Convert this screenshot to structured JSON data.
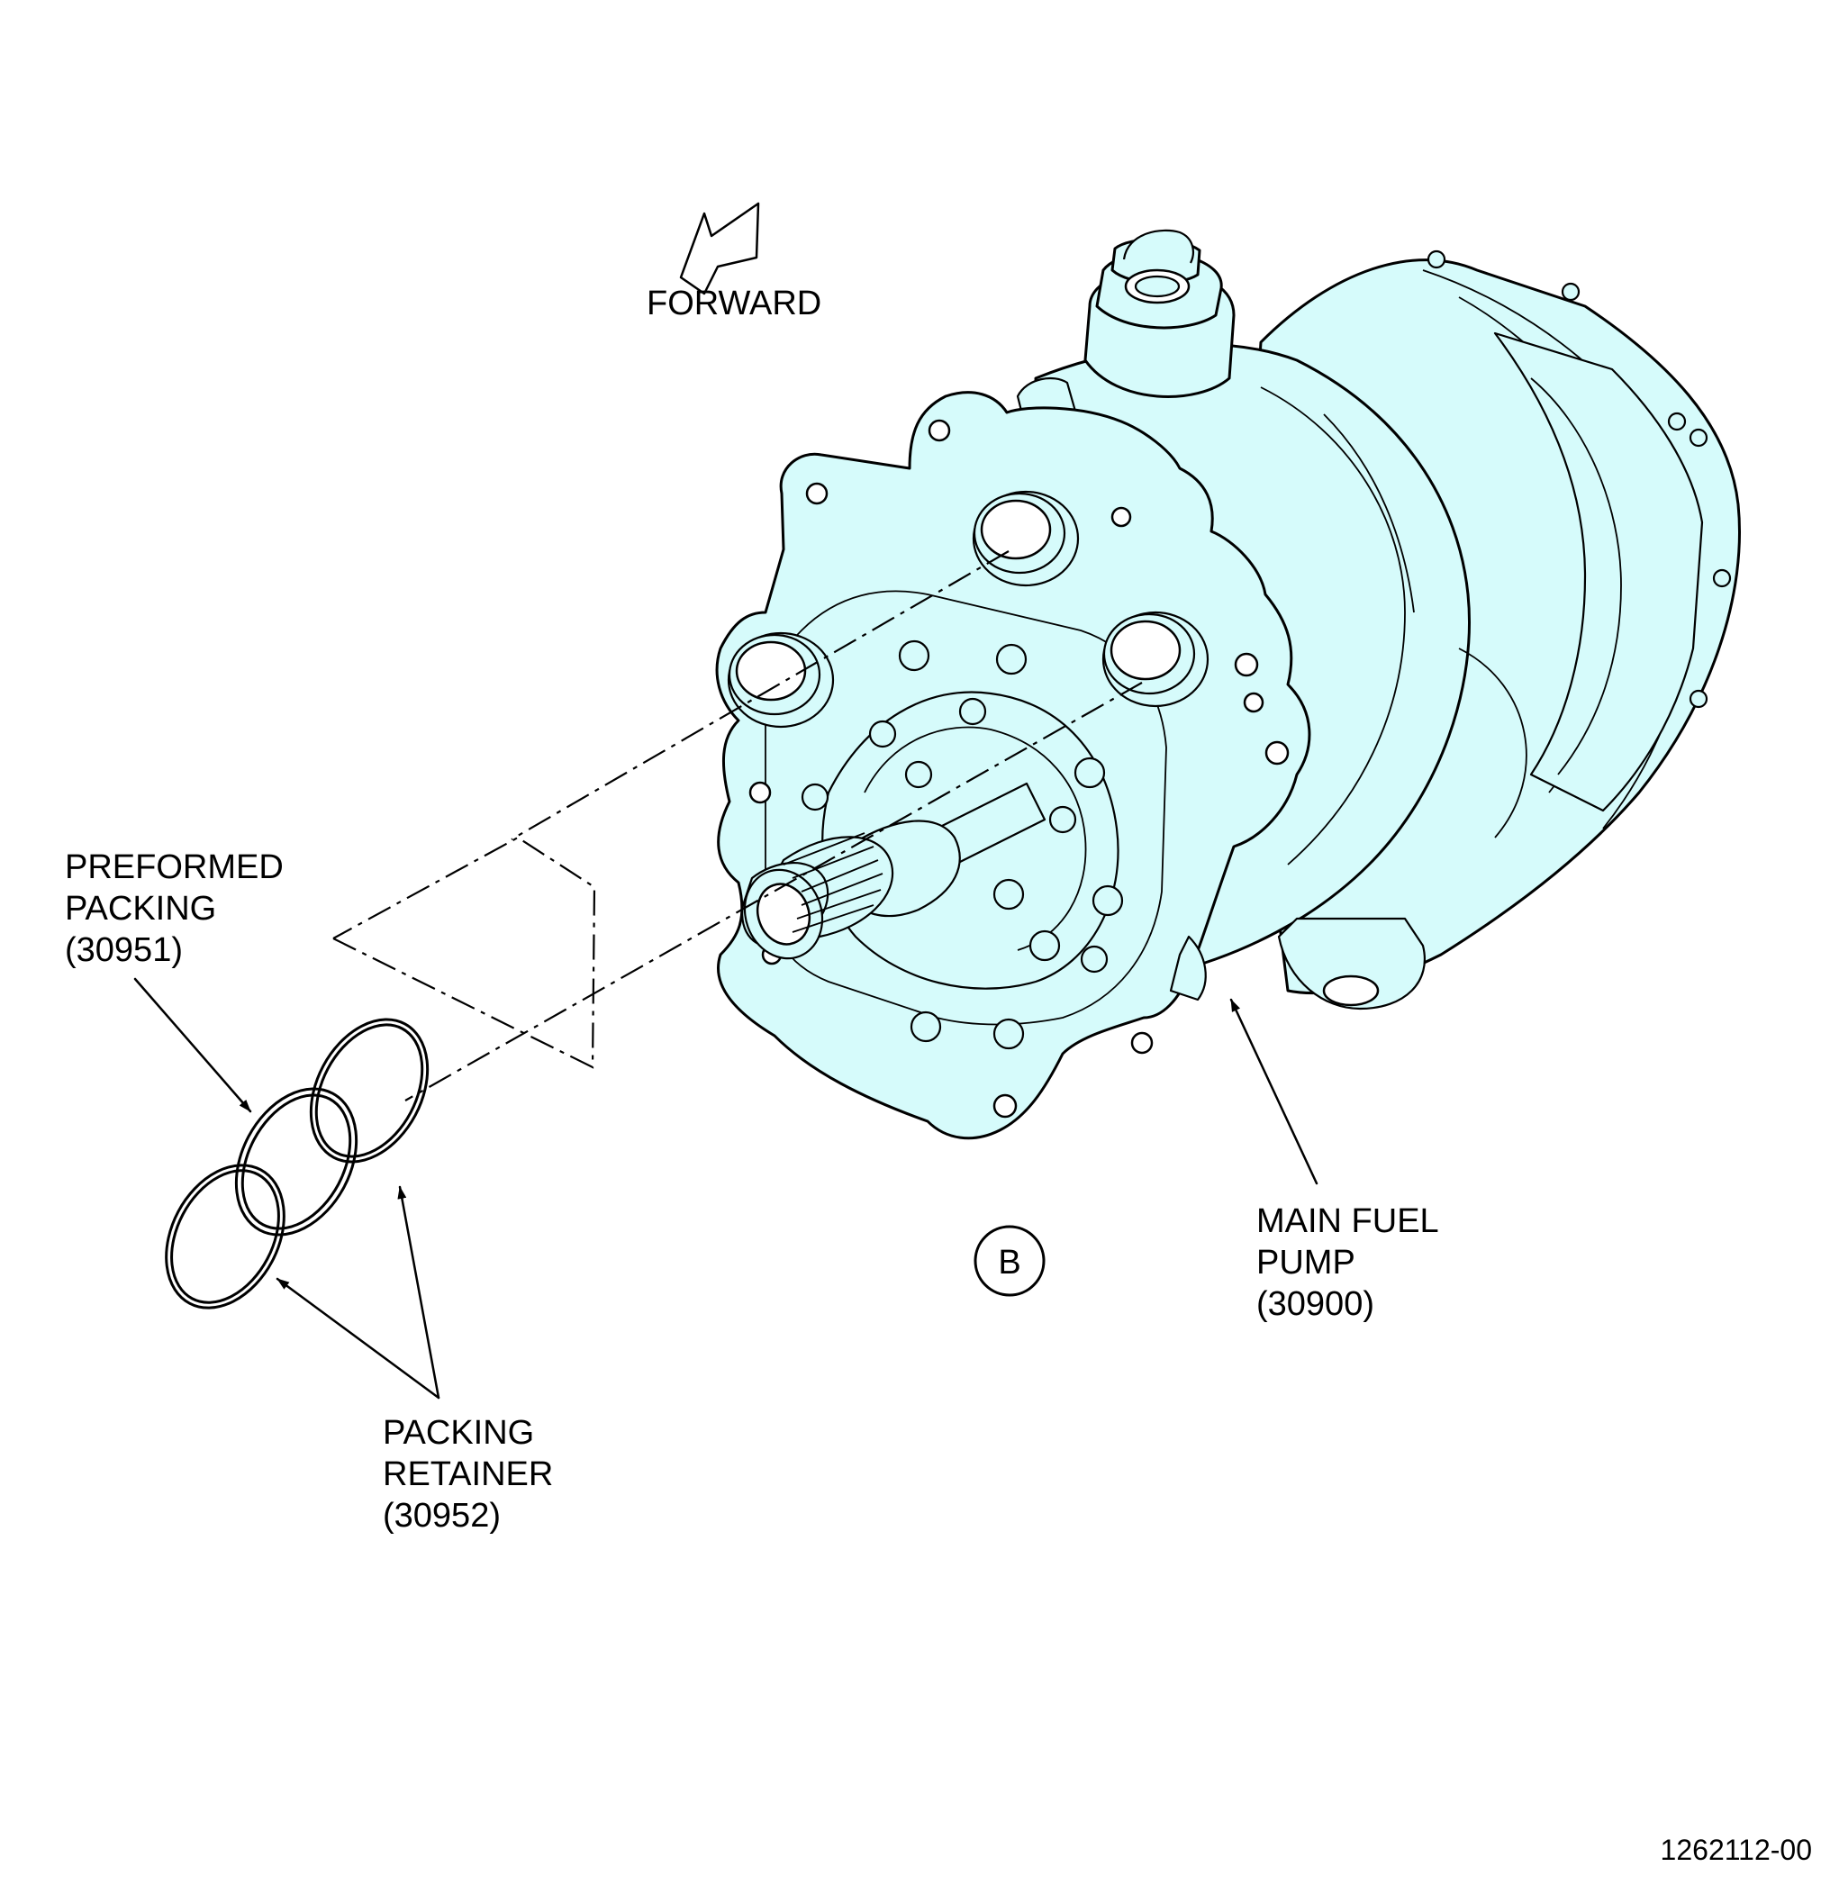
{
  "labels": {
    "forward": "FORWARD",
    "preformed_packing": [
      "PREFORMED",
      "PACKING",
      "(30951)"
    ],
    "packing_retainer": [
      "PACKING",
      "RETAINER",
      "(30952)"
    ],
    "main_fuel_pump": [
      "MAIN FUEL",
      "PUMP",
      "(30900)"
    ],
    "view_letter": "B",
    "figure_id": "1262112-00"
  },
  "colors": {
    "component_fill": "#d6fbfb",
    "line": "#000000",
    "background": "#ffffff"
  }
}
